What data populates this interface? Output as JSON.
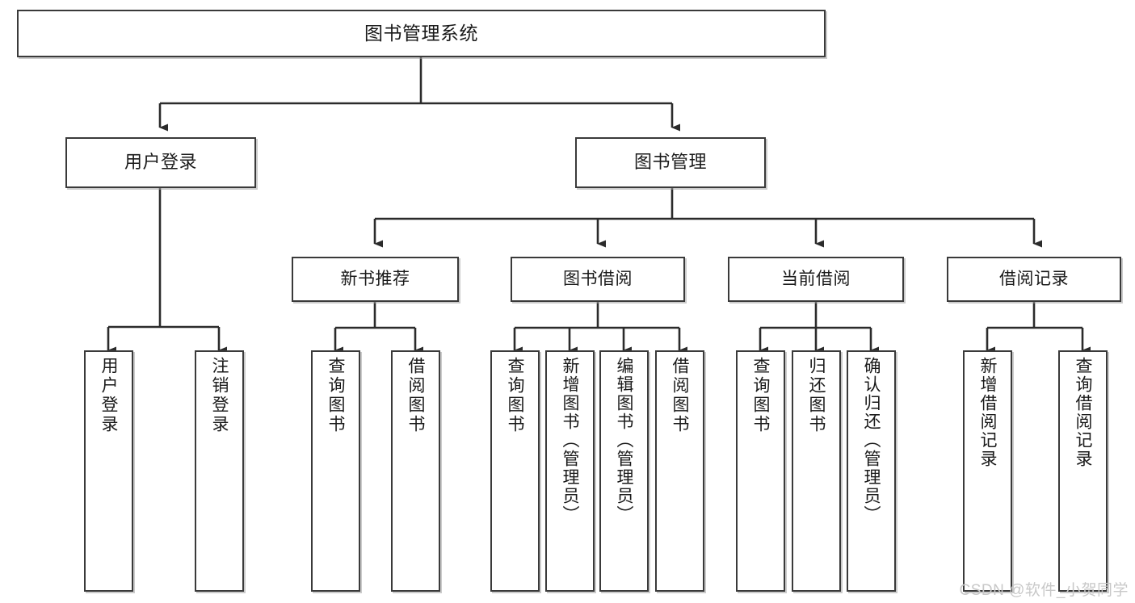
{
  "diagram": {
    "title": "图书管理系统",
    "type": "tree-hierarchy-diagram",
    "colors": {
      "box_border": "#3a3a3a",
      "box_fill": "#ffffff",
      "connector": "#2b2b2b",
      "text": "#1a1a1a",
      "watermark": "#c8c8c8"
    },
    "root": {
      "label": "图书管理系统"
    },
    "level2": [
      {
        "label": "用户登录"
      },
      {
        "label": "图书管理"
      }
    ],
    "level3": [
      {
        "label": "新书推荐"
      },
      {
        "label": "图书借阅"
      },
      {
        "label": "当前借阅"
      },
      {
        "label": "借阅记录"
      }
    ],
    "leaves": {
      "user_login": [
        {
          "label": "用户登录"
        },
        {
          "label": "注销登录"
        }
      ],
      "new_book_recommend": [
        {
          "label": "查询图书"
        },
        {
          "label": "借阅图书"
        }
      ],
      "book_borrow": [
        {
          "label": "查询图书"
        },
        {
          "label": "新增图书（管理员）"
        },
        {
          "label": "编辑图书（管理员）"
        },
        {
          "label": "借阅图书"
        }
      ],
      "current_borrow": [
        {
          "label": "查询图书"
        },
        {
          "label": "归还图书"
        },
        {
          "label": "确认归还（管理员）"
        }
      ],
      "borrow_record": [
        {
          "label": "新增借阅记录"
        },
        {
          "label": "查询借阅记录"
        }
      ]
    },
    "watermark": "CSDN @软件_小贺同学"
  }
}
